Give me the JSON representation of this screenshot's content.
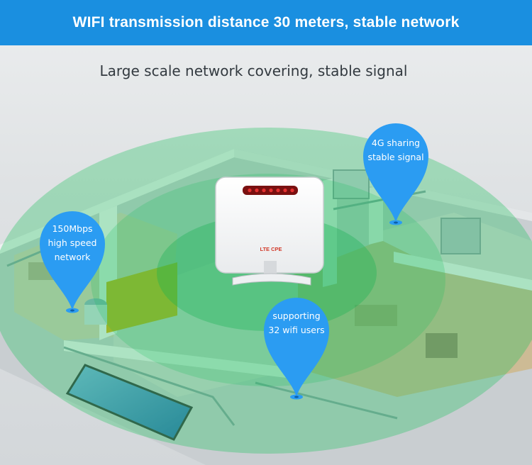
{
  "banner": {
    "title": "WIFI transmission distance 30 meters, stable network"
  },
  "subtitle": "Large scale network covering, stable signal",
  "router": {
    "brand": "LTE CPE",
    "led_color": "#e43030"
  },
  "callouts": [
    {
      "id": "speed",
      "lines": [
        "150Mbps",
        "high speed",
        "network"
      ]
    },
    {
      "id": "signal",
      "lines": [
        "4G sharing",
        "stable signal"
      ]
    },
    {
      "id": "users",
      "lines": [
        "supporting",
        "32 wifi users"
      ]
    }
  ],
  "colors": {
    "banner": "#1a8fe0",
    "pin": "#2b9cf2",
    "coverage": "#19c15a"
  }
}
